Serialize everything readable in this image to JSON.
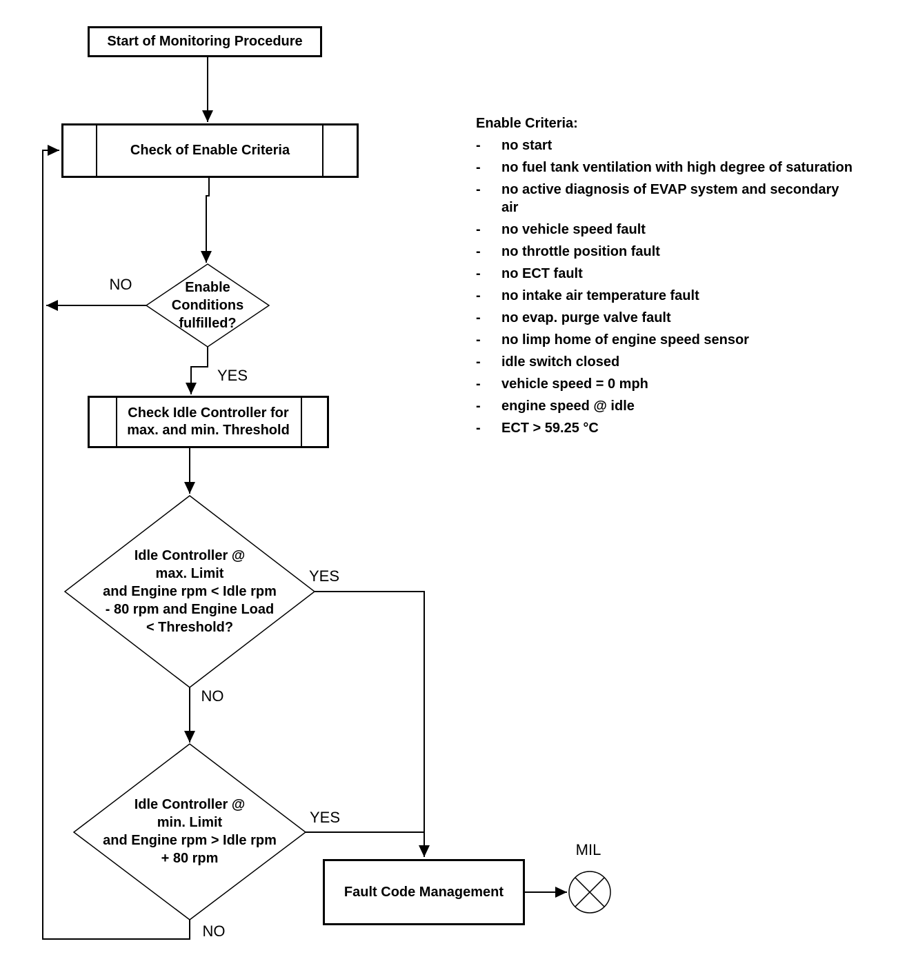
{
  "diagram": {
    "nodes": {
      "start": "Start of Monitoring Procedure",
      "check_enable": "Check of Enable Criteria",
      "enable_decision": "Enable\nConditions\nfulfilled?",
      "check_idle": "Check Idle Controller for\nmax. and min. Threshold",
      "max_decision": "Idle Controller @\nmax. Limit\nand Engine rpm < Idle rpm\n- 80 rpm and Engine Load\n< Threshold?",
      "min_decision": "Idle Controller @\nmin. Limit\nand Engine rpm > Idle rpm\n+ 80 rpm",
      "fault_code": "Fault Code Management",
      "mil": "MIL"
    },
    "edge_labels": {
      "enable_no": "NO",
      "enable_yes": "YES",
      "max_yes": "YES",
      "max_no": "NO",
      "min_yes": "YES",
      "min_no": "NO"
    },
    "enable_criteria": {
      "heading": "Enable Criteria:",
      "bullet": "-",
      "items": [
        "no start",
        "no fuel tank ventilation with high degree of saturation",
        "no active diagnosis of EVAP system and secondary\nair",
        "no vehicle speed fault",
        "no throttle position fault",
        "no ECT fault",
        "no intake air temperature fault",
        "no evap. purge valve fault",
        "no limp home of engine speed sensor",
        "idle switch closed",
        "vehicle speed = 0 mph",
        "engine speed @ idle",
        "ECT > 59.25 °C"
      ]
    },
    "colors": {
      "ink": "#000000",
      "background": "#ffffff"
    }
  }
}
